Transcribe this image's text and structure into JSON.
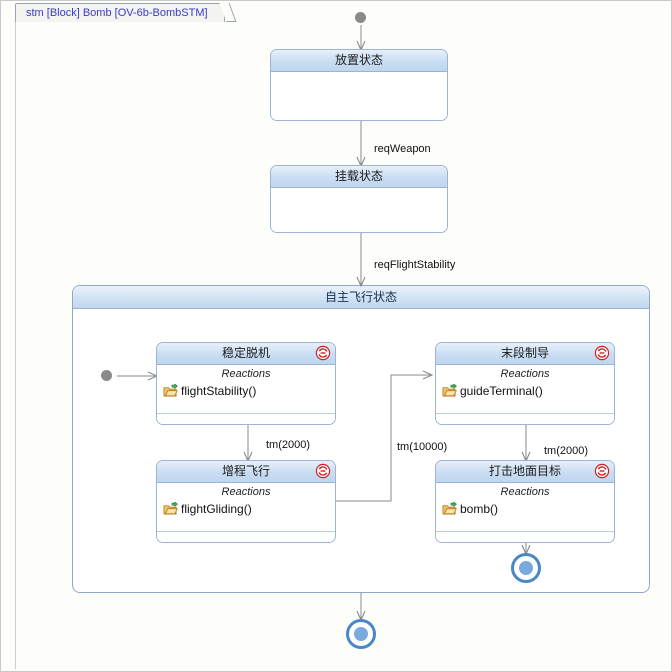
{
  "diagram": {
    "frame_label": "stm [Block] Bomb [OV-6b-BombSTM]",
    "accent_color": "#4a86c8",
    "header_gradient_top": "#e8f0fa",
    "header_gradient_bottom": "#bed6ef",
    "reactions_caption": "Reactions"
  },
  "nodes": {
    "initial_top": {
      "name": "initial-pseudostate"
    },
    "state_stored": {
      "title": "放置状态"
    },
    "state_mounted": {
      "title": "挂载状态"
    },
    "composite_autoflight": {
      "title": "自主飞行状态"
    },
    "initial_inner": {
      "name": "inner-initial-pseudostate"
    },
    "state_stable_release": {
      "title": "稳定脱机",
      "reactions_caption": "Reactions",
      "reaction": "flightStability()",
      "loop_icon": "state-loop-icon",
      "action_icon": "action-folder-icon"
    },
    "state_extended_flight": {
      "title": "增程飞行",
      "reactions_caption": "Reactions",
      "reaction": "flightGliding()",
      "loop_icon": "state-loop-icon",
      "action_icon": "action-folder-icon"
    },
    "state_terminal_guidance": {
      "title": "末段制导",
      "reactions_caption": "Reactions",
      "reaction": "guideTerminal()",
      "loop_icon": "state-loop-icon",
      "action_icon": "action-folder-icon"
    },
    "state_strike_ground": {
      "title": "打击地面目标",
      "reactions_caption": "Reactions",
      "reaction": "bomb()",
      "loop_icon": "state-loop-icon",
      "action_icon": "action-folder-icon"
    },
    "final_inner": {
      "name": "inner-final-state"
    },
    "final_outer": {
      "name": "outer-final-state"
    }
  },
  "transitions": {
    "t_req_weapon": "reqWeapon",
    "t_req_flight_stability": "reqFlightStability",
    "t_tm_2000_left": "tm(2000)",
    "t_tm_10000": "tm(10000)",
    "t_tm_2000_right": "tm(2000)"
  }
}
